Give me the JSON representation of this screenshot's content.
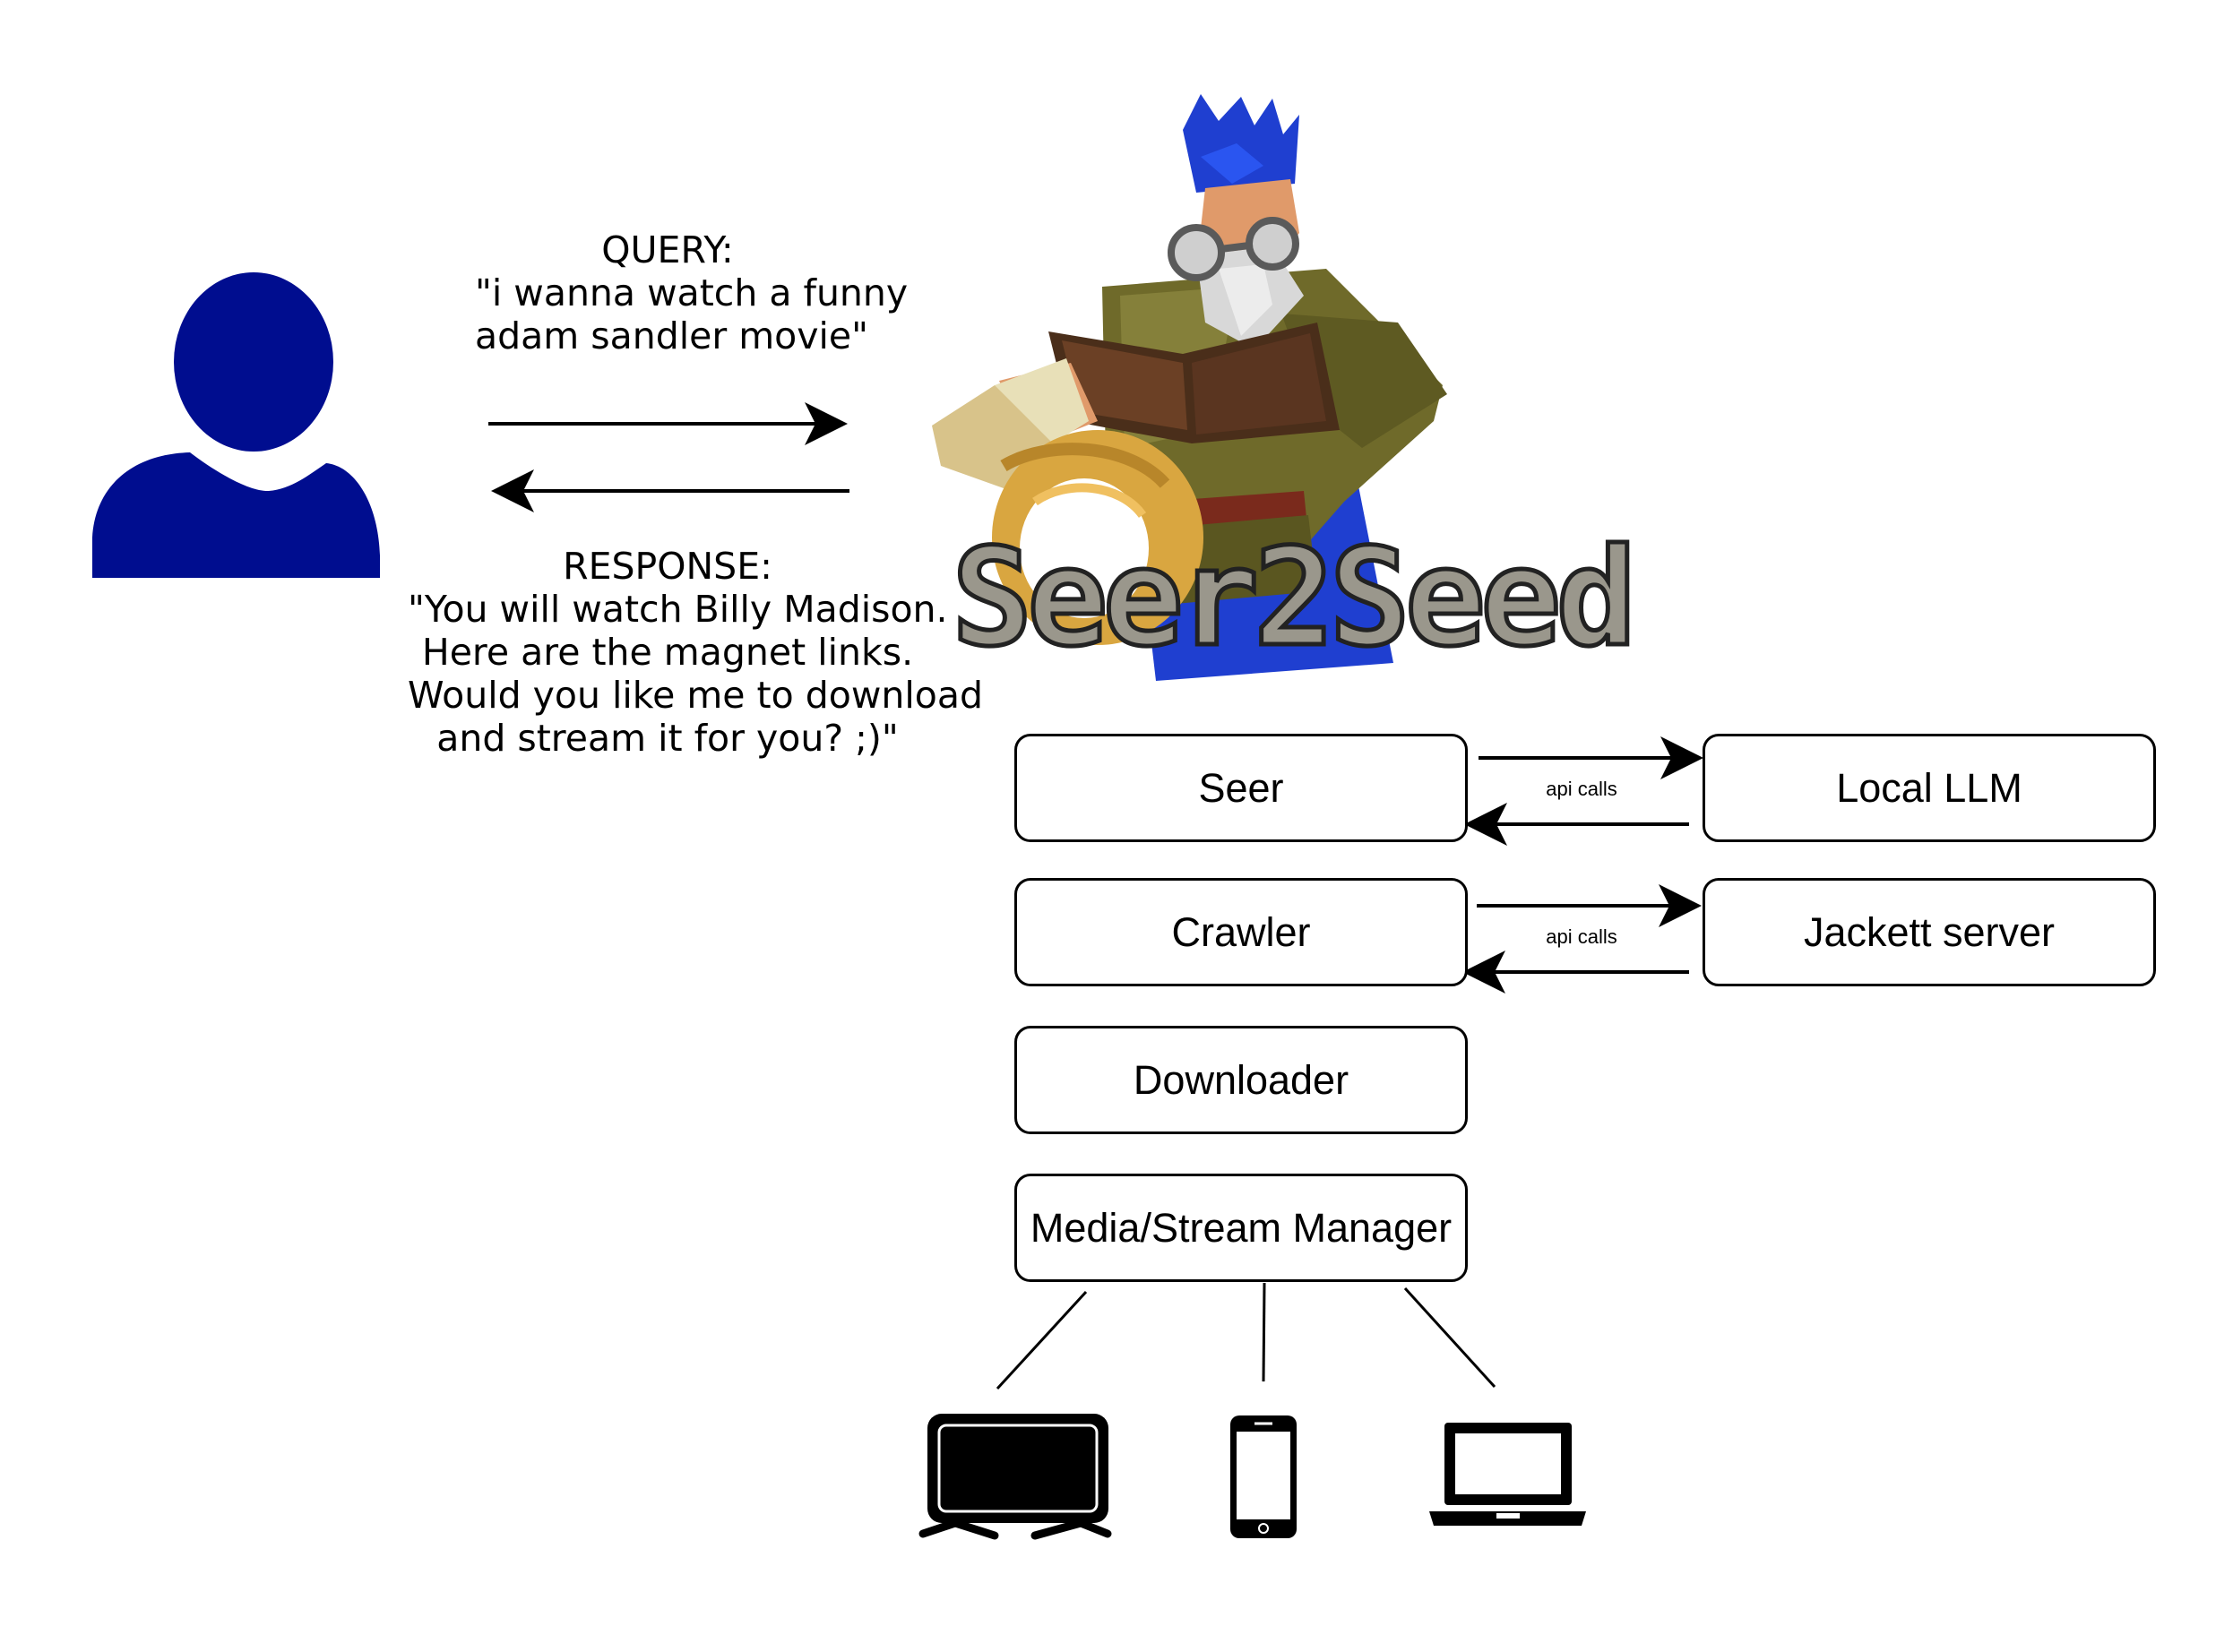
{
  "query": {
    "line1": "QUERY:",
    "line2": "\"i wanna watch a funny",
    "line3": "adam sandler movie\""
  },
  "response": {
    "line1": "RESPONSE:",
    "line2": "\"You will watch Billy Madison.",
    "line3": "Here are the magnet links.",
    "line4": "Would you like me to download",
    "line5": "and stream it for you? ;)\""
  },
  "logo": {
    "text": "Seer2Seed"
  },
  "components": {
    "seer": "Seer",
    "local_llm": "Local LLM",
    "crawler": "Crawler",
    "jackett": "Jackett server",
    "downloader": "Downloader",
    "media_manager": "Media/Stream Manager"
  },
  "connectors": {
    "seer_llm": "api calls",
    "crawler_jackett": "api calls"
  },
  "colors": {
    "user_icon": "#000d8f",
    "wizard_hat": "#1f3fd0",
    "wizard_robe": "#6f6a2a",
    "ring": "#d9a640",
    "logo_fill": "#9a978c"
  },
  "icons": [
    "user-icon",
    "wizard-icon",
    "tv-icon",
    "phone-icon",
    "laptop-icon"
  ]
}
